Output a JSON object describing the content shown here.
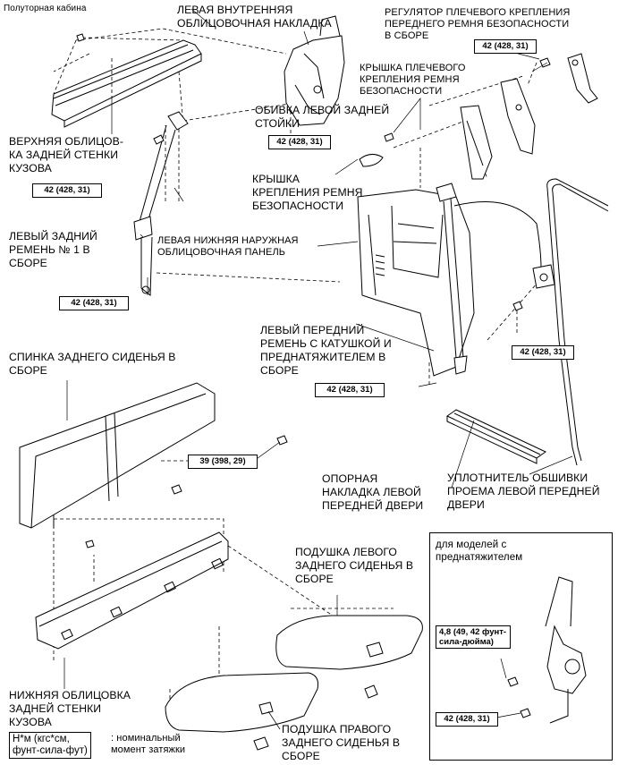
{
  "header": "Полуторная кабина",
  "labels": {
    "left_inner_trim": "ЛЕВАЯ ВНУТРЕННЯЯ\nОБЛИЦОВОЧНАЯ НАКЛАДКА",
    "shoulder_adjuster": "РЕГУЛЯТОР ПЛЕЧЕВОГО КРЕПЛЕНИЯ\nПЕРЕДНЕГО РЕМНЯ БЕЗОПАСНОСТИ\nВ СБОРЕ",
    "shoulder_anchor_cover": "КРЫШКА ПЛЕЧЕВОГО\nКРЕПЛЕНИЯ РЕМНЯ\nБЕЗОПАСНОСТИ",
    "left_rear_pillar": "ОБИВКА ЛЕВОЙ ЗАДНЕЙ\nСТОЙКИ",
    "upper_back_panel": "ВЕРХНЯЯ ОБЛИЦОВ-\nКА ЗАДНЕЙ СТЕНКИ\nКУЗОВА",
    "belt_anchor_cover": "КРЫШКА\nКРЕПЛЕНИЯ РЕМНЯ\nБЕЗОПАСНОСТИ",
    "left_rear_belt": "ЛЕВЫЙ ЗАДНИЙ\nРЕМЕНЬ № 1 В\nСБОРЕ",
    "lower_outer_panel": "ЛЕВАЯ НИЖНЯЯ НАРУЖНАЯ\nОБЛИЦОВОЧНАЯ ПАНЕЛЬ",
    "front_belt": "ЛЕВЫЙ ПЕРЕДНИЙ\nРЕМЕНЬ С КАТУШКОЙ И\nПРЕДНАТЯЖИТЕЛЕМ В\nСБОРЕ",
    "seat_back": "СПИНКА ЗАДНЕГО СИДЕНЬЯ В\nСБОРЕ",
    "door_scuff": "ОПОРНАЯ\nНАКЛАДКА ЛЕВОЙ\nПЕРЕДНЕЙ ДВЕРИ",
    "door_weatherstrip": "УПЛОТНИТЕЛЬ ОБШИВКИ\nПРОЕМА ЛЕВОЙ ПЕРЕДНЕЙ\nДВЕРИ",
    "left_cushion": "ПОДУШКА ЛЕВОГО\nЗАДНЕГО СИДЕНЬЯ В\nСБОРЕ",
    "lower_back_panel": "НИЖНЯЯ ОБЛИЦОВКА\nЗАДНЕЙ СТЕНКИ\nКУЗОВА",
    "right_cushion": "ПОДУШКА ПРАВОГО\nЗАДНЕГО СИДЕНЬЯ В\nСБОРЕ"
  },
  "torques": {
    "t1": "42 (428, 31)",
    "t2": "42 (428, 31)",
    "t3": "42 (428, 31)",
    "t4": "42 (428, 31)",
    "t5": "42 (428, 31)",
    "t6": "42 (428, 31)",
    "t7": "39 (398, 29)",
    "t8": "4,8 (49, 42 фунт-\nсила-дюйма)",
    "t9": "42 (428, 31)"
  },
  "inset_title": "для моделей с\nпреднатяжителем",
  "legend": {
    "unit": "Н*м (кгс*см,\nфунт-сила-фут)",
    "desc": ": номинальный\nмомент затяжки"
  }
}
